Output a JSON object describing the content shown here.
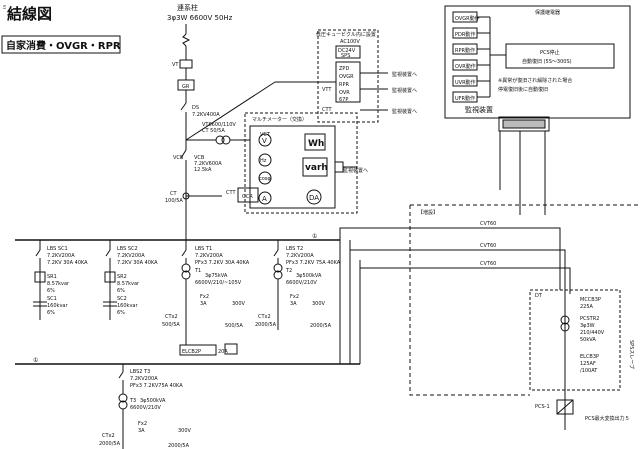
{
  "title_prefix": "ミ",
  "title": "結線図",
  "subtitle": "自家消費・OVGR・RPR",
  "grid_source": {
    "name": "連系柱",
    "spec": "3φ3W 6600V 50Hz"
  },
  "top_devices": {
    "vt": "VT",
    "gr": "GR",
    "gr_spec": "",
    "ds": "DS",
    "ds_spec": "7.2KV400A"
  },
  "vct": {
    "label": "VCT",
    "spec1": "VT6600/110V",
    "spec2": "CT 50/5A",
    "vct_label": "VCT"
  },
  "vcb": {
    "label": "VCB",
    "spec1": "7.2KV600A",
    "spec2": "12.5kA"
  },
  "ct_main": {
    "label": "CT",
    "spec": "100/5A"
  },
  "ctt": {
    "label": "CTT"
  },
  "ocr": {
    "label": "OCR"
  },
  "protection_box": {
    "title": "低圧キュービクル内に設置",
    "ac_label": "AC100V",
    "dc_label": "DC24V",
    "sps": "SPS",
    "devices": [
      "ZPD",
      "OVGR",
      "RPR",
      "OVR",
      "67P"
    ],
    "vtt": "VTT",
    "ctt": "CTT",
    "ocr": "OCR"
  },
  "transmit_labels": {
    "t1": "監視装置へ",
    "t2": "監視装置へ",
    "t3": "監視装置へ"
  },
  "multimeter": {
    "title": "マルチメーター（交換）",
    "v": "V",
    "a": "A",
    "wh": "Wh",
    "varh": "varh",
    "cos": "cosφ",
    "hz": "Hz",
    "da": "DA",
    "out": "監視装置へ"
  },
  "protection_relays": {
    "title": "保護継電器",
    "items": [
      "OVGR動作",
      "PDR動作",
      "RPR動作",
      "OVR動作",
      "UVR動作",
      "UFR動作"
    ],
    "pcs_stop": "PCS停止",
    "auto_restore": "自動復旧 (5S～300S)",
    "note1": "※異常が復旧され解除された場合",
    "note2": "停電復旧後に自動復旧"
  },
  "monitor": {
    "label": "監視装置"
  },
  "lbs_sc1": {
    "label": "LBS SC1",
    "spec1": "7.2KV200A",
    "spec2": "7.2KV 30A 40KA"
  },
  "lbs_sc2": {
    "label": "LBS SC2",
    "spec1": "7.2KV200A",
    "spec2": "7.2KV 30A 40KA"
  },
  "sr1": {
    "label": "SR1",
    "spec1": "8.57kvar",
    "spec2": "6%"
  },
  "sr2": {
    "label": "SR2",
    "spec1": "8.57kvar",
    "spec2": "6%"
  },
  "sc1": {
    "label": "SC1",
    "spec1": "160kvar",
    "spec2": "6%"
  },
  "sc2": {
    "label": "SC2",
    "spec1": "160kvar",
    "spec2": "6%"
  },
  "lbs_t1": {
    "label": "LBS T1",
    "spec1": "7.2KV200A",
    "spec2": "PFx3 7.2KV 30A 40KA"
  },
  "lbs_t2": {
    "label": "LBS T2",
    "spec1": "7.2KV200A",
    "spec2": "PFx3 7.2KV 75A 40KA"
  },
  "t1": {
    "label": "T1",
    "spec1": "3φ75kVA",
    "spec2": "6600V/210/~105V"
  },
  "t2": {
    "label": "T2",
    "spec1": "3φ500kVA",
    "spec2": "6600V/210V"
  },
  "fx_t1": {
    "label": "Fx2",
    "a": "3A",
    "v": "300V",
    "ct": "CTx2",
    "ct_spec": "500/5A",
    "ct_spec2": "500/5A"
  },
  "fx_t2": {
    "label": "Fx2",
    "a": "3A",
    "v": "300V",
    "ct": "CTx2",
    "ct_spec": "2000/5A",
    "ct_spec2": "2000/5A"
  },
  "elcb_mid": {
    "label": "ELCB2P",
    "spec": "20A"
  },
  "lbs_t3": {
    "label": "LBS2 T3",
    "spec1": "7.2KV200A",
    "spec2": "PFx3 7.2KV75A 40KA"
  },
  "t3": {
    "label": "T3",
    "spec1": "3φ500kVA",
    "spec2": "6600V/210V"
  },
  "fx_t3": {
    "label": "Fx2",
    "a": "3A",
    "v": "300V",
    "ct": "CTx2",
    "ct_spec": "2000/5A",
    "ct_spec2": "2000/5A"
  },
  "cvt": {
    "c1": "CVT60",
    "c2": "CVT60",
    "c3": "CVT60"
  },
  "added": {
    "label": "【増設】"
  },
  "pv": {
    "dt": "DT",
    "mccb": "MCCB3P",
    "mccb_spec": "225A",
    "pcstr": "PCSTR2",
    "pcstr_spec1": "3φ3W",
    "pcstr_spec2": "210/440V",
    "pcstr_spec3": "50kVA",
    "elcb": "ELCB3P",
    "elcb_spec1": "125AF",
    "elcb_spec2": "/100AT",
    "sps": "SPSスレーブ",
    "pcs_label": "PCS-1",
    "pcs_out": "PCS最大変換出力５"
  },
  "node_labels": {
    "n1": "①",
    "n2": "①"
  }
}
